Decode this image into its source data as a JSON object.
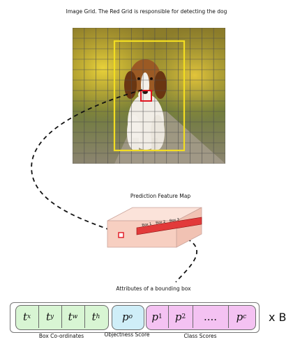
{
  "title": "Image Grid. The Red Grid is responsible for detecting the dog",
  "feature_map": {
    "label": "Prediction Feature Map",
    "boxes": [
      "Box 1",
      "Box 2",
      "Box 3"
    ]
  },
  "attributes": {
    "label": "Attributes of a bounding box",
    "box_coords": [
      "t_x",
      "t_y",
      "t_w",
      "t_h"
    ],
    "box_coords_label": "Box Co-ordinates",
    "objectness": "p_o",
    "objectness_label": "Objectness Score",
    "class_scores": [
      "p_1",
      "p_2",
      "....",
      "p_c"
    ],
    "class_scores_label": "Class Scores",
    "multiplier": "x B"
  },
  "colors": {
    "grid_lines": "#4d4d4d",
    "responsible_cell": "#e0141f",
    "bounding_box": "#f2dd22",
    "box_coords_fill": "#d8f5d3",
    "objectness_fill": "#cfeef8",
    "class_scores_fill": "#f4c2f2",
    "feature_map_fill": "#f7cfc1",
    "feature_map_strip": "#e23a3a"
  }
}
